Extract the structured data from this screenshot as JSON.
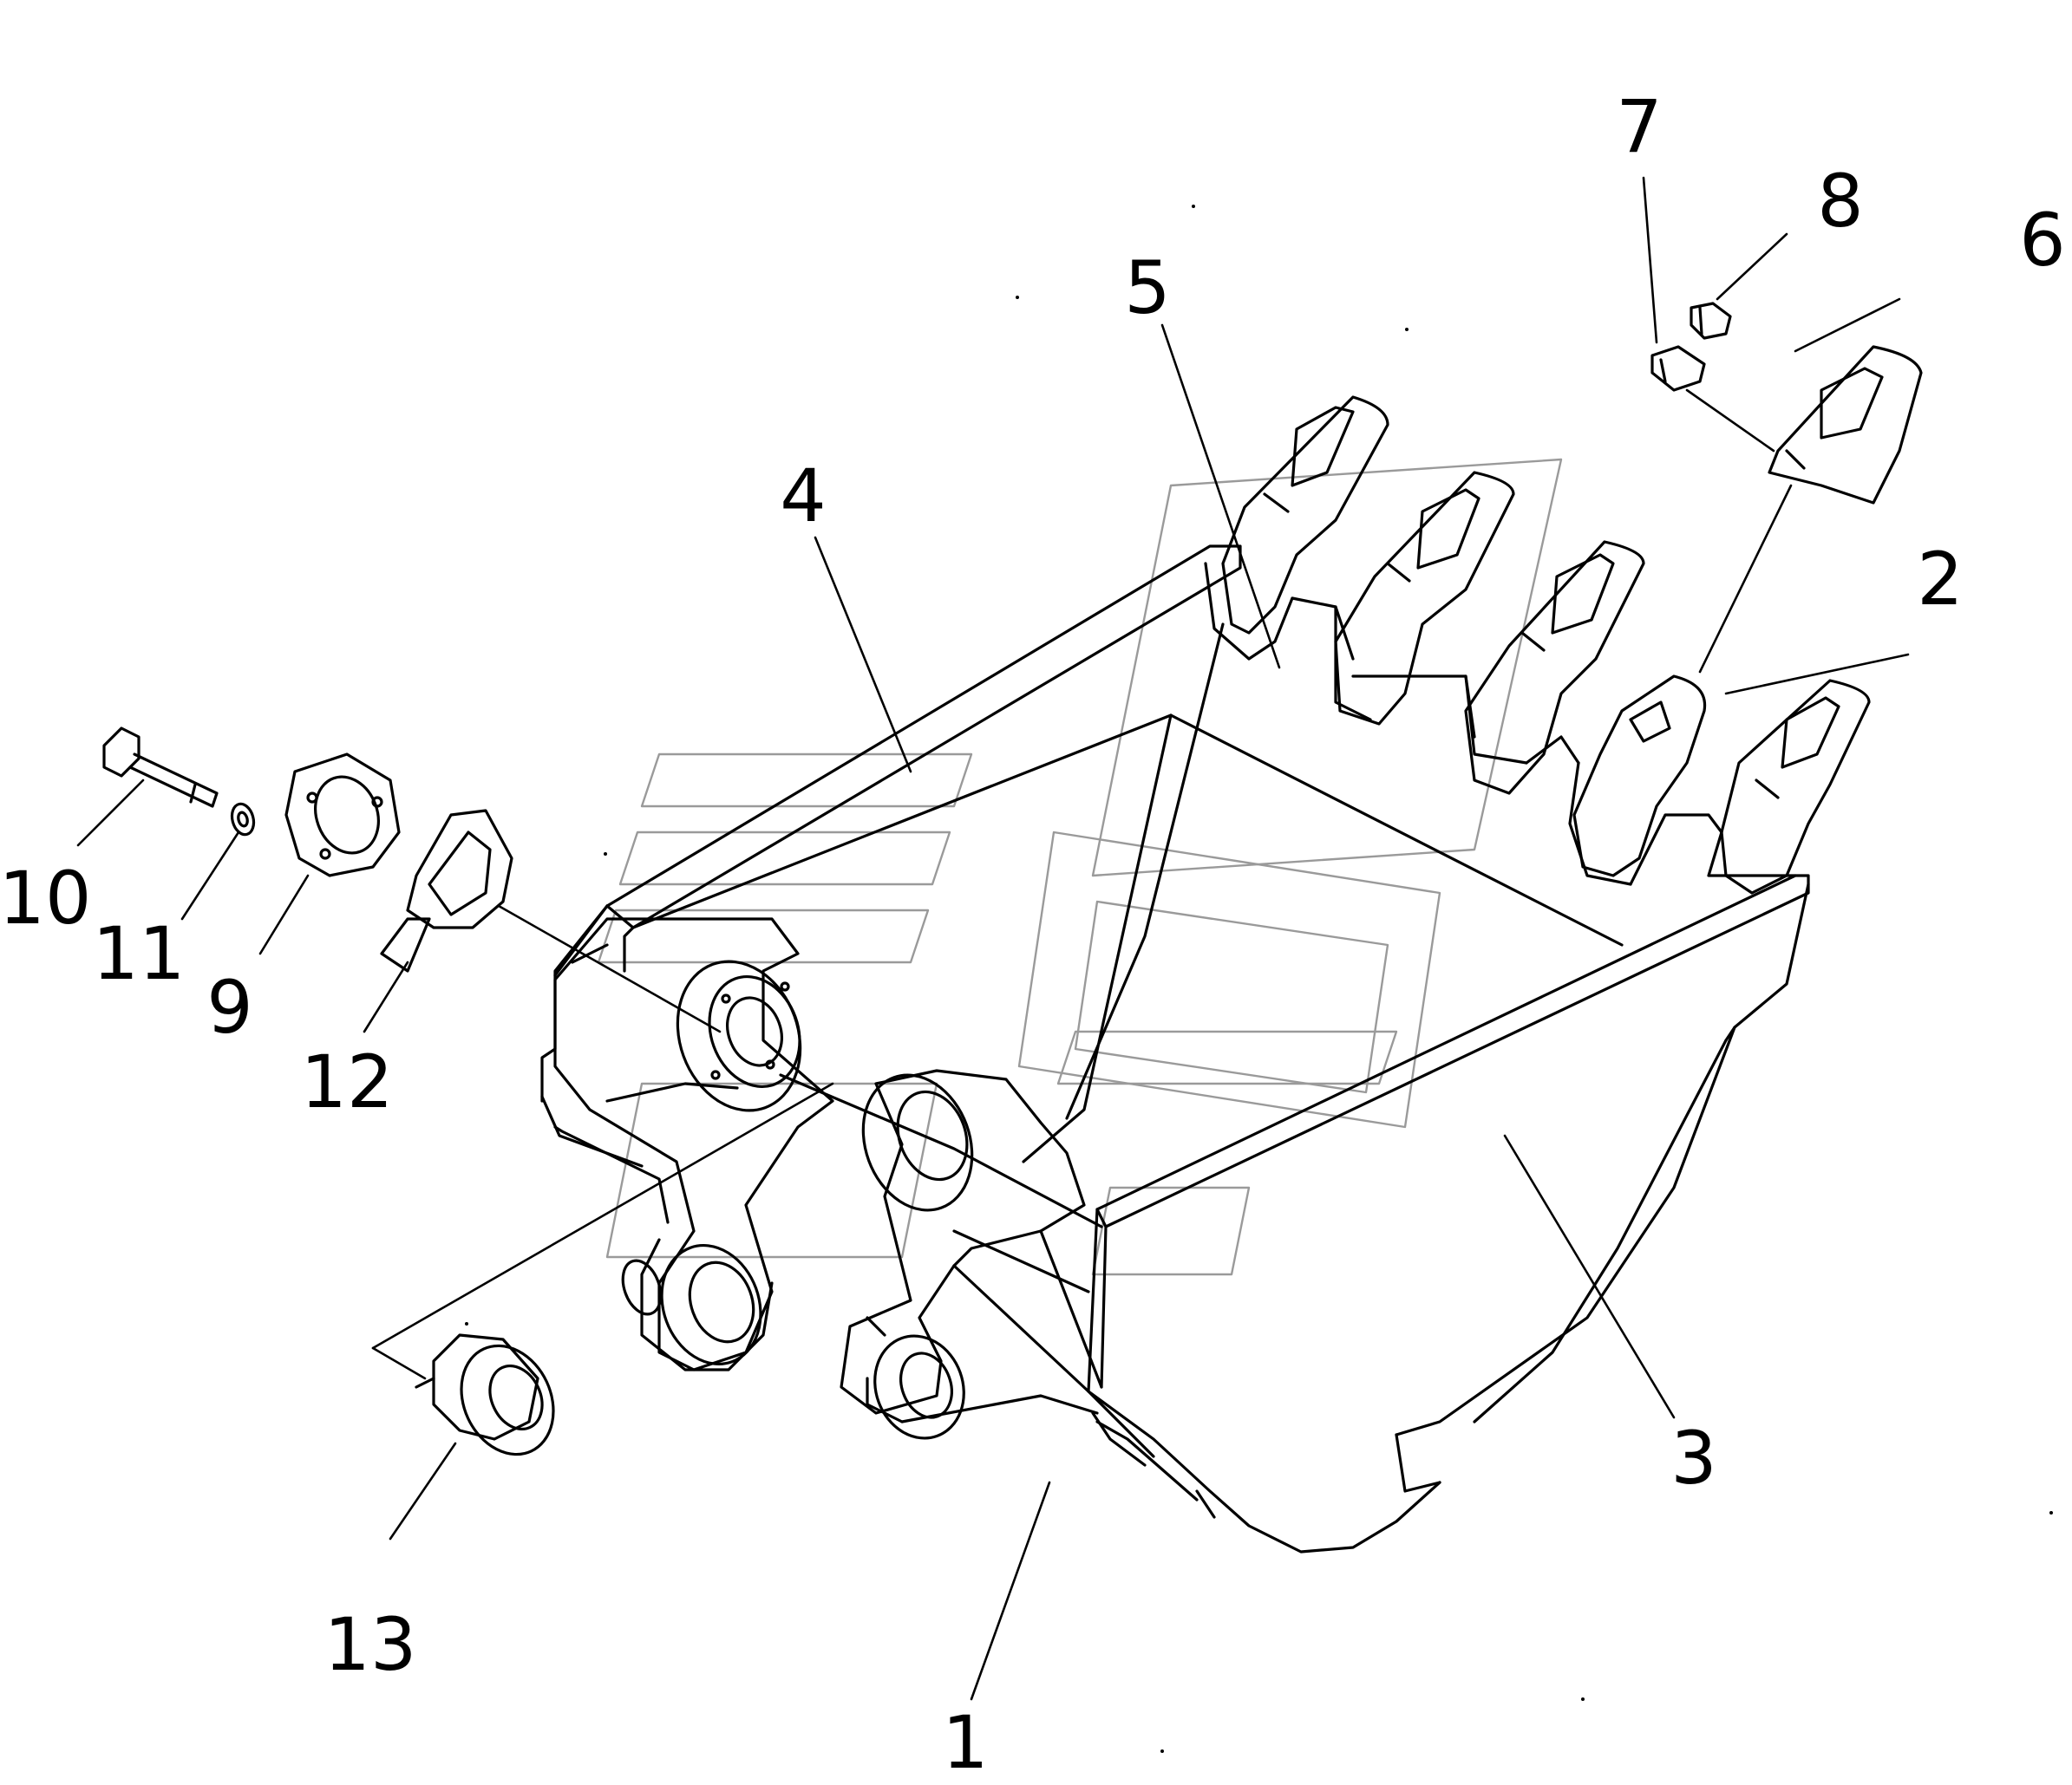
{
  "diagram": {
    "type": "exploded-parts-view",
    "line_color": "#000000",
    "watermark_color": "#9a9a9a",
    "callouts": [
      {
        "id": "callout-1",
        "label": "1"
      },
      {
        "id": "callout-2",
        "label": "2"
      },
      {
        "id": "callout-3",
        "label": "3"
      },
      {
        "id": "callout-4",
        "label": "4"
      },
      {
        "id": "callout-5",
        "label": "5"
      },
      {
        "id": "callout-6",
        "label": "6"
      },
      {
        "id": "callout-7",
        "label": "7"
      },
      {
        "id": "callout-8",
        "label": "8"
      },
      {
        "id": "callout-9",
        "label": "9"
      },
      {
        "id": "callout-10",
        "label": "10"
      },
      {
        "id": "callout-11",
        "label": "11"
      },
      {
        "id": "callout-12",
        "label": "12"
      },
      {
        "id": "callout-13",
        "label": "13"
      }
    ]
  }
}
